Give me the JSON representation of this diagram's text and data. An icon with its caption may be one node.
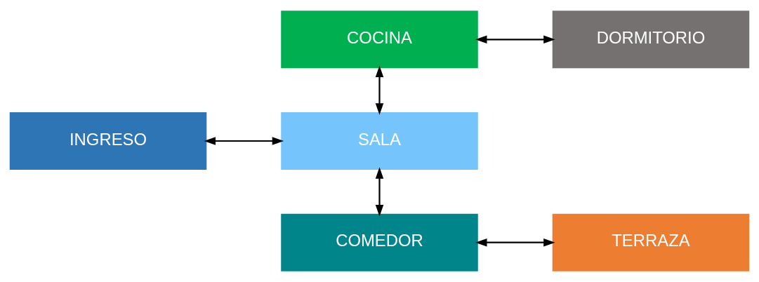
{
  "diagram": {
    "nodes": [
      {
        "text": [
          "COCINA"
        ]
      },
      {
        "text": [
          "DORMITORIO"
        ]
      },
      {
        "text": [
          "INGRESO"
        ]
      },
      {
        "text": [
          "SALA"
        ]
      },
      {
        "text": [
          "COMEDOR"
        ]
      },
      {
        "text": [
          "TERRAZA"
        ]
      }
    ],
    "edges": [
      {
        "from": 0,
        "to": 1,
        "arrow": "both"
      },
      {
        "from": 0,
        "to": 3,
        "arrow": "both"
      },
      {
        "from": 2,
        "to": 3,
        "arrow": "both"
      },
      {
        "from": 3,
        "to": 4,
        "arrow": "both"
      },
      {
        "from": 4,
        "to": 5,
        "arrow": "both"
      }
    ]
  }
}
